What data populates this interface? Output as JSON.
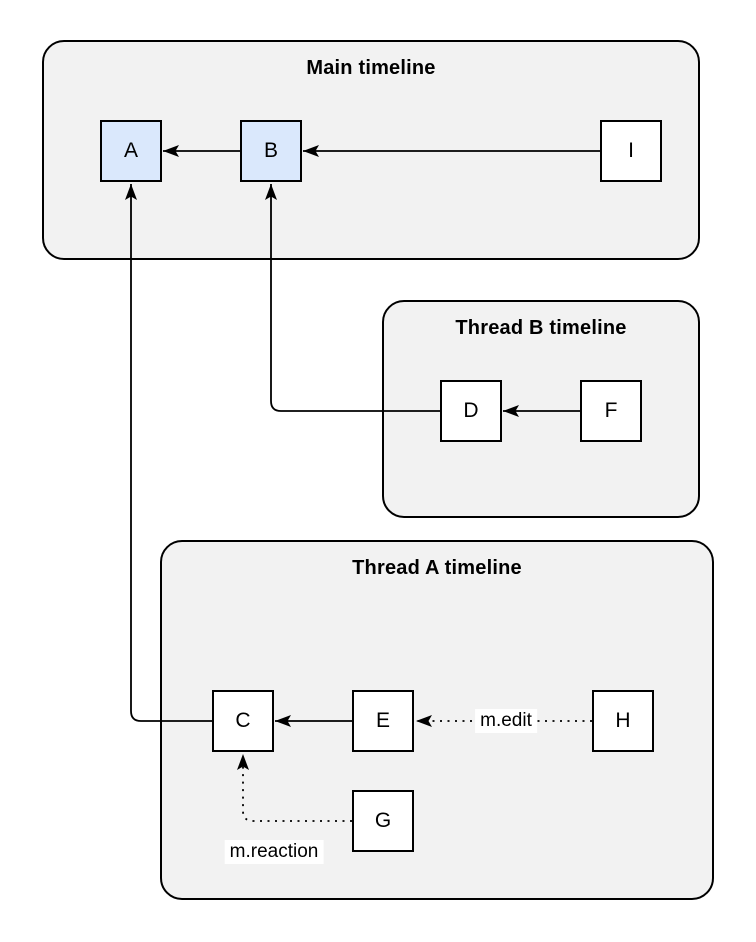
{
  "diagram": {
    "containers": {
      "main": {
        "title": "Main timeline"
      },
      "thread_b": {
        "title": "Thread B timeline"
      },
      "thread_a": {
        "title": "Thread A timeline"
      }
    },
    "nodes": {
      "A": {
        "label": "A",
        "container": "main",
        "highlighted": true
      },
      "B": {
        "label": "B",
        "container": "main",
        "highlighted": true
      },
      "I": {
        "label": "I",
        "container": "main",
        "highlighted": false
      },
      "D": {
        "label": "D",
        "container": "thread_b",
        "highlighted": false
      },
      "F": {
        "label": "F",
        "container": "thread_b",
        "highlighted": false
      },
      "C": {
        "label": "C",
        "container": "thread_a",
        "highlighted": false
      },
      "E": {
        "label": "E",
        "container": "thread_a",
        "highlighted": false
      },
      "H": {
        "label": "H",
        "container": "thread_a",
        "highlighted": false
      },
      "G": {
        "label": "G",
        "container": "thread_a",
        "highlighted": false
      }
    },
    "edges": [
      {
        "from": "B",
        "to": "A",
        "style": "solid",
        "label": ""
      },
      {
        "from": "I",
        "to": "B",
        "style": "solid",
        "label": ""
      },
      {
        "from": "F",
        "to": "D",
        "style": "solid",
        "label": ""
      },
      {
        "from": "D",
        "to": "B",
        "style": "solid",
        "label": ""
      },
      {
        "from": "E",
        "to": "C",
        "style": "solid",
        "label": ""
      },
      {
        "from": "C",
        "to": "A",
        "style": "solid",
        "label": ""
      },
      {
        "from": "H",
        "to": "E",
        "style": "dotted",
        "label": "m.edit"
      },
      {
        "from": "G",
        "to": "C",
        "style": "dotted",
        "label": "m.reaction"
      }
    ],
    "colors": {
      "container_fill": "#f2f2f2",
      "node_fill": "#ffffff",
      "node_highlight_fill": "#dae8fc",
      "stroke": "#000000",
      "label_background": "#ffffff"
    }
  }
}
